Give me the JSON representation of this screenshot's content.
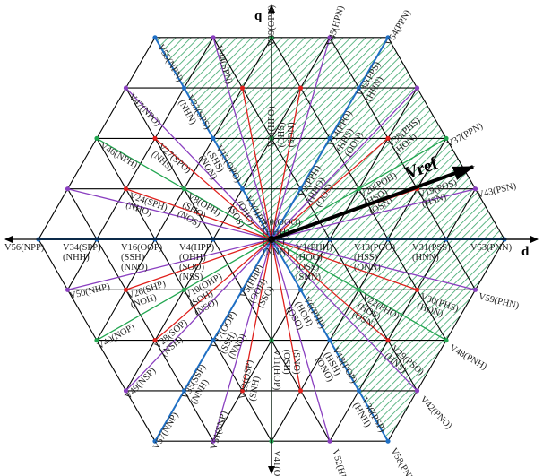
{
  "axes": {
    "d_label": "d",
    "q_label": "q"
  },
  "reference": {
    "label": "Vref"
  },
  "colors": {
    "grid": "#000000",
    "hatch": "#3aa66a",
    "blue_vectors": "#1f6fc4",
    "green_vectors": "#22a650",
    "red_vectors": "#e0201c",
    "purple_vectors": "#8a3fc0",
    "reference_vector": "#000000"
  },
  "vectors": [
    {
      "labels": [
        "V0(OOO)",
        "(HHH)",
        "(SSS)",
        "(NNN)"
      ]
    },
    {
      "labels": [
        "V1(PHH)",
        "(HOO)",
        "(OSS)",
        "(SNN)"
      ]
    },
    {
      "labels": [
        "V13(POO)",
        "(HSS)",
        "(ONN)"
      ]
    },
    {
      "labels": [
        "V31(PSS)",
        "(HNN)"
      ]
    },
    {
      "labels": [
        "V53(PNN)"
      ]
    },
    {
      "labels": [
        "V4(HPP)",
        "(OHH)",
        "(SOO)",
        "(NSS)"
      ]
    },
    {
      "labels": [
        "V16(OOP)",
        "(SSH)",
        "(NNO)"
      ]
    },
    {
      "labels": [
        "V34(SPP)",
        "(NHH)"
      ]
    },
    {
      "labels": [
        "V56(NPP)"
      ]
    },
    {
      "labels": [
        "V2(PPH)",
        "(HHO)",
        "(OOS)"
      ]
    },
    {
      "labels": [
        "V14(PPO)",
        "(HHS)",
        "(OON)"
      ]
    },
    {
      "labels": [
        "V32(PPS)",
        "(HHN)"
      ]
    },
    {
      "labels": [
        "V54(PPN)"
      ]
    },
    {
      "labels": [
        "V20(POH)",
        "(HSO)",
        "(OSN)"
      ]
    },
    {
      "labels": [
        "V37(PPN)"
      ]
    },
    {
      "labels": [
        "V19(POS)",
        "(HSN)"
      ]
    },
    {
      "labels": [
        "V43(PSN)"
      ]
    },
    {
      "labels": [
        "V38(PHS)",
        "(HON)"
      ]
    },
    {
      "labels": [
        "V3(HPH)",
        "(OHO)",
        "(SOS)"
      ]
    },
    {
      "labels": [
        "V15(OPO)",
        "(SHS)",
        "(NON)"
      ]
    },
    {
      "labels": [
        "V33(SPS)",
        "(NHN)"
      ]
    },
    {
      "labels": [
        "V55(NPN)"
      ]
    },
    {
      "labels": [
        "V21(HPO)",
        "(OHS)",
        "(SON)"
      ]
    },
    {
      "labels": [
        "V39(OPN)"
      ]
    },
    {
      "labels": [
        "V45(HPN)"
      ]
    },
    {
      "labels": [
        "V44(SPN)"
      ]
    },
    {
      "labels": [
        "V8(OPH)",
        "(SHO)",
        "(NOS)"
      ]
    },
    {
      "labels": [
        "V27(SPO)",
        "(NHS)"
      ]
    },
    {
      "labels": [
        "V47(NPO)"
      ]
    },
    {
      "labels": [
        "V24(SPH)",
        "(NHO)"
      ]
    },
    {
      "labels": [
        "V46(NPH)"
      ]
    },
    {
      "labels": [
        "V50(NHP)"
      ]
    },
    {
      "labels": [
        "V26(SHP)",
        "(NOH)"
      ]
    },
    {
      "labels": [
        "V10(OHP)",
        "(SOH)",
        "(NSO)"
      ]
    },
    {
      "labels": [
        "V40(NOP)"
      ]
    },
    {
      "labels": [
        "V28(SOP)",
        "(NSH)"
      ]
    },
    {
      "labels": [
        "V5(HHP)",
        "(OOH)",
        "(SSO)"
      ]
    },
    {
      "labels": [
        "V17(OOP)",
        "(SSH)",
        "(NNO)"
      ]
    },
    {
      "labels": [
        "V49(NSP)"
      ]
    },
    {
      "labels": [
        "V35(SSP)",
        "(NNH)"
      ]
    },
    {
      "labels": [
        "V57(NNP)"
      ]
    },
    {
      "labels": [
        "V51(SNP)"
      ]
    },
    {
      "labels": [
        "V23(OSP)",
        "(SNH)"
      ]
    },
    {
      "labels": [
        "V41(ONP)"
      ]
    },
    {
      "labels": [
        "V11(HOP)",
        "(OSH)",
        "(SNO)"
      ]
    },
    {
      "labels": [
        "V6(PHP)",
        "(HOH)",
        "(OSO)"
      ]
    },
    {
      "labels": [
        "V18(POP)",
        "(HSH)",
        "(ONO)"
      ]
    },
    {
      "labels": [
        "V36(PSP)",
        "(HNH)"
      ]
    },
    {
      "labels": [
        "V58(PNP)"
      ]
    },
    {
      "labels": [
        "V52(HNP)"
      ]
    },
    {
      "labels": [
        "V22(PHO)",
        "(HOS)",
        "(OSN)"
      ]
    },
    {
      "labels": [
        "V29(PSO)",
        "(HNS)"
      ]
    },
    {
      "labels": [
        "V42(PNO)"
      ]
    },
    {
      "labels": [
        "V48(PNH)"
      ]
    },
    {
      "labels": [
        "V30(PHS)",
        "(HON)"
      ]
    },
    {
      "labels": [
        "V59(PHN)"
      ]
    }
  ]
}
